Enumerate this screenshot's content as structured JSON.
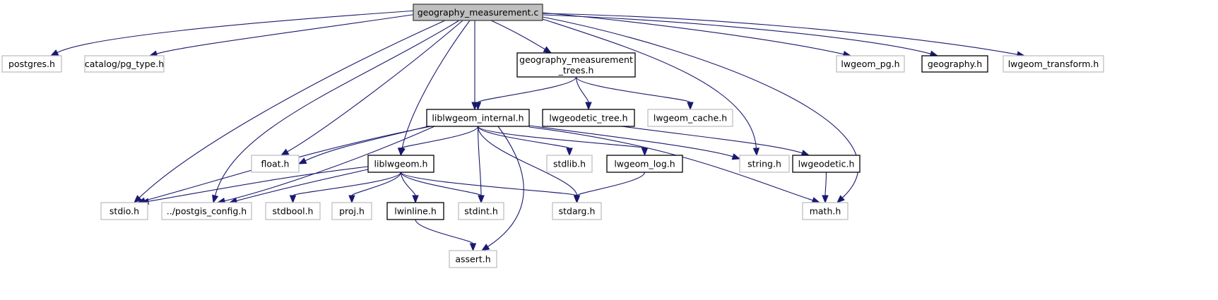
{
  "title": "geography_measurement.c include dependency graph",
  "colors": {
    "edge": "#191970",
    "documented_border": "#000000",
    "undocumented_border": "#bfbfbf",
    "root_fill": "#bfbfbf"
  },
  "nodes": [
    {
      "id": "root",
      "label": "geography_measurement.c",
      "kind": "root"
    },
    {
      "id": "postgres",
      "label": "postgres.h",
      "kind": "ext"
    },
    {
      "id": "pg_type",
      "label": "catalog/pg_type.h",
      "kind": "ext"
    },
    {
      "id": "gm_trees",
      "label": "geography_measurement\n_trees.h",
      "kind": "doc"
    },
    {
      "id": "lwgeom_pg",
      "label": "lwgeom_pg.h",
      "kind": "ext"
    },
    {
      "id": "geography",
      "label": "geography.h",
      "kind": "doc"
    },
    {
      "id": "lwgeom_transform",
      "label": "lwgeom_transform.h",
      "kind": "ext"
    },
    {
      "id": "liblwgeom_internal",
      "label": "liblwgeom_internal.h",
      "kind": "doc"
    },
    {
      "id": "lwgeodetic_tree",
      "label": "lwgeodetic_tree.h",
      "kind": "doc"
    },
    {
      "id": "lwgeom_cache",
      "label": "lwgeom_cache.h",
      "kind": "ext"
    },
    {
      "id": "float",
      "label": "float.h",
      "kind": "ext"
    },
    {
      "id": "liblwgeom",
      "label": "liblwgeom.h",
      "kind": "doc"
    },
    {
      "id": "stdlib",
      "label": "stdlib.h",
      "kind": "ext"
    },
    {
      "id": "lwgeom_log",
      "label": "lwgeom_log.h",
      "kind": "doc"
    },
    {
      "id": "string",
      "label": "string.h",
      "kind": "ext"
    },
    {
      "id": "lwgeodetic",
      "label": "lwgeodetic.h",
      "kind": "doc"
    },
    {
      "id": "stdio",
      "label": "stdio.h",
      "kind": "ext"
    },
    {
      "id": "postgis_config",
      "label": "../postgis_config.h",
      "kind": "ext"
    },
    {
      "id": "stdbool",
      "label": "stdbool.h",
      "kind": "ext"
    },
    {
      "id": "proj",
      "label": "proj.h",
      "kind": "ext"
    },
    {
      "id": "lwinline",
      "label": "lwinline.h",
      "kind": "doc"
    },
    {
      "id": "stdint",
      "label": "stdint.h",
      "kind": "ext"
    },
    {
      "id": "stdarg",
      "label": "stdarg.h",
      "kind": "ext"
    },
    {
      "id": "math",
      "label": "math.h",
      "kind": "ext"
    },
    {
      "id": "assert",
      "label": "assert.h",
      "kind": "ext"
    }
  ],
  "edges": [
    [
      "root",
      "postgres"
    ],
    [
      "root",
      "pg_type"
    ],
    [
      "root",
      "gm_trees"
    ],
    [
      "root",
      "lwgeom_pg"
    ],
    [
      "root",
      "geography"
    ],
    [
      "root",
      "lwgeom_transform"
    ],
    [
      "root",
      "liblwgeom_internal"
    ],
    [
      "root",
      "float"
    ],
    [
      "root",
      "liblwgeom"
    ],
    [
      "root",
      "string"
    ],
    [
      "root",
      "math"
    ],
    [
      "root",
      "stdio"
    ],
    [
      "root",
      "postgis_config"
    ],
    [
      "gm_trees",
      "liblwgeom_internal"
    ],
    [
      "gm_trees",
      "lwgeodetic_tree"
    ],
    [
      "gm_trees",
      "lwgeom_cache"
    ],
    [
      "lwgeodetic_tree",
      "lwgeodetic"
    ],
    [
      "liblwgeom_internal",
      "float"
    ],
    [
      "liblwgeom_internal",
      "liblwgeom"
    ],
    [
      "liblwgeom_internal",
      "stdlib"
    ],
    [
      "liblwgeom_internal",
      "lwgeom_log"
    ],
    [
      "liblwgeom_internal",
      "string"
    ],
    [
      "liblwgeom_internal",
      "math"
    ],
    [
      "liblwgeom_internal",
      "stdio"
    ],
    [
      "liblwgeom_internal",
      "postgis_config"
    ],
    [
      "liblwgeom_internal",
      "stdint"
    ],
    [
      "liblwgeom_internal",
      "stdarg"
    ],
    [
      "liblwgeom_internal",
      "assert"
    ],
    [
      "liblwgeom",
      "stdio"
    ],
    [
      "liblwgeom",
      "postgis_config"
    ],
    [
      "liblwgeom",
      "stdbool"
    ],
    [
      "liblwgeom",
      "proj"
    ],
    [
      "liblwgeom",
      "lwinline"
    ],
    [
      "liblwgeom",
      "stdint"
    ],
    [
      "liblwgeom",
      "stdarg"
    ],
    [
      "lwgeom_log",
      "stdarg"
    ],
    [
      "lwgeodetic",
      "math"
    ],
    [
      "lwinline",
      "assert"
    ]
  ]
}
